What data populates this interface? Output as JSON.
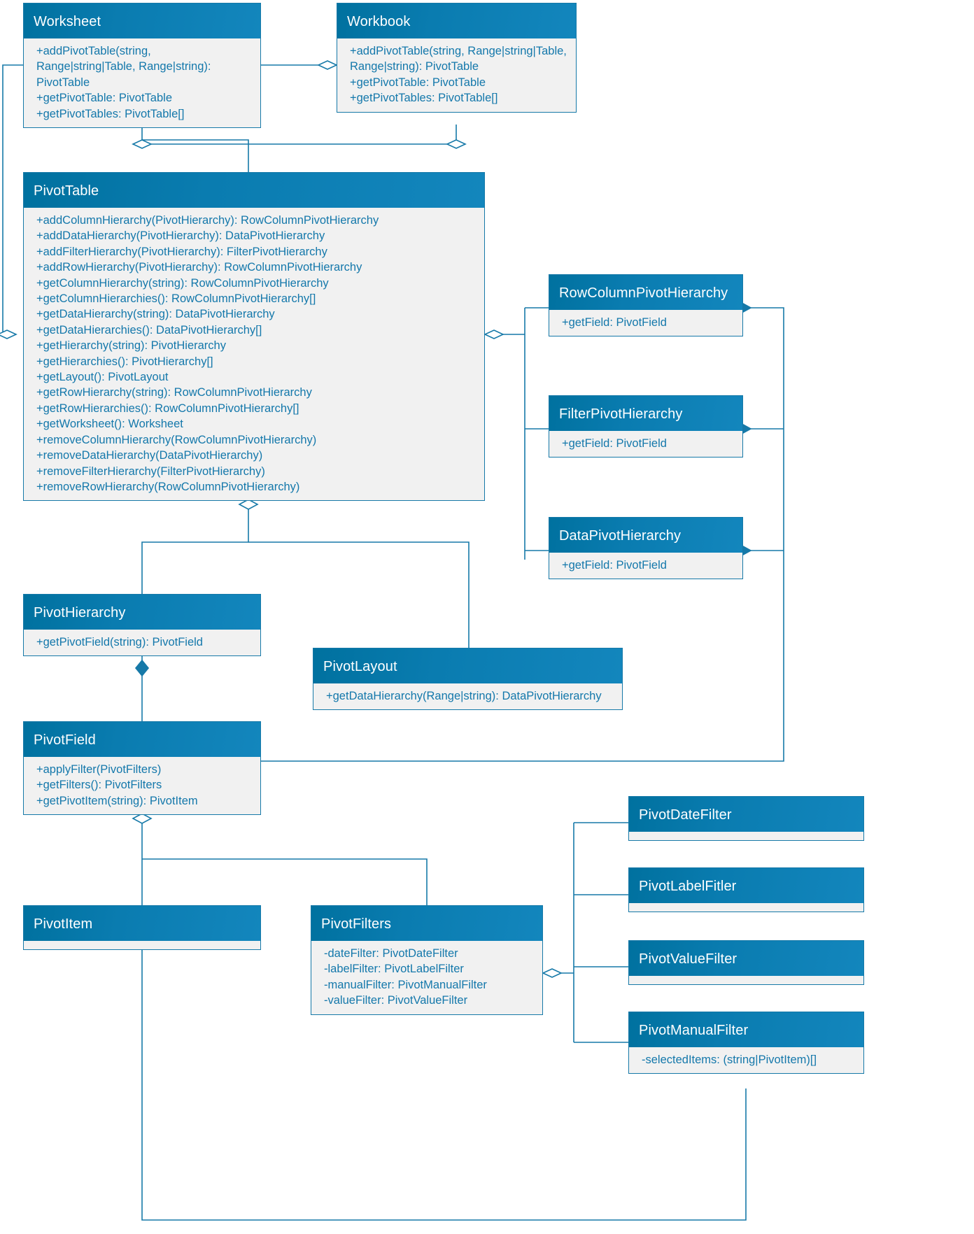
{
  "diagram": {
    "title": "PivotTable UML class diagram",
    "colors": {
      "header_start": "#00719f",
      "header_end": "#1386bd",
      "body_bg": "#f1f1f1",
      "border": "#1679a8",
      "text": "#1478ab",
      "header_text": "#ffffff",
      "edge": "#1679a8"
    }
  },
  "classes": {
    "worksheet": {
      "name": "Worksheet",
      "members": [
        "+addPivotTable(string, Range|string|Table, Range|string): PivotTable",
        "+getPivotTable: PivotTable",
        "+getPivotTables: PivotTable[]"
      ]
    },
    "workbook": {
      "name": "Workbook",
      "members": [
        "+addPivotTable(string, Range|string|Table, Range|string): PivotTable",
        "+getPivotTable: PivotTable",
        "+getPivotTables: PivotTable[]"
      ]
    },
    "pivottable": {
      "name": "PivotTable",
      "members": [
        "+addColumnHierarchy(PivotHierarchy): RowColumnPivotHierarchy",
        "+addDataHierarchy(PivotHierarchy): DataPivotHierarchy",
        "+addFilterHierarchy(PivotHierarchy): FilterPivotHierarchy",
        "+addRowHierarchy(PivotHierarchy): RowColumnPivotHierarchy",
        "+getColumnHierarchy(string): RowColumnPivotHierarchy",
        "+getColumnHierarchies(): RowColumnPivotHierarchy[]",
        "+getDataHierarchy(string): DataPivotHierarchy",
        "+getDataHierarchies(): DataPivotHierarchy[]",
        "+getHierarchy(string): PivotHierarchy",
        "+getHierarchies(): PivotHierarchy[]",
        "+getLayout(): PivotLayout",
        "+getRowHierarchy(string): RowColumnPivotHierarchy",
        "+getRowHierarchies(): RowColumnPivotHierarchy[]",
        "+getWorksheet(): Worksheet",
        "+removeColumnHierarchy(RowColumnPivotHierarchy)",
        "+removeDataHierarchy(DataPivotHierarchy)",
        "+removeFilterHierarchy(FilterPivotHierarchy)",
        "+removeRowHierarchy(RowColumnPivotHierarchy)"
      ]
    },
    "rowcolumnpivothierarchy": {
      "name": "RowColumnPivotHierarchy",
      "members": [
        "+getField: PivotField"
      ]
    },
    "filterpivothierarchy": {
      "name": "FilterPivotHierarchy",
      "members": [
        "+getField: PivotField"
      ]
    },
    "datapivothierarchy": {
      "name": "DataPivotHierarchy",
      "members": [
        "+getField: PivotField"
      ]
    },
    "pivothierarchy": {
      "name": "PivotHierarchy",
      "members": [
        "+getPivotField(string): PivotField"
      ]
    },
    "pivotlayout": {
      "name": "PivotLayout",
      "members": [
        "+getDataHierarchy(Range|string): DataPivotHierarchy"
      ]
    },
    "pivotfield": {
      "name": "PivotField",
      "members": [
        "+applyFilter(PivotFilters)",
        "+getFilters(): PivotFilters",
        "+getPivotItem(string): PivotItem"
      ]
    },
    "pivotitem": {
      "name": "PivotItem",
      "members": []
    },
    "pivotfilters": {
      "name": "PivotFilters",
      "members": [
        "-dateFilter: PivotDateFilter",
        "-labelFilter: PivotLabelFilter",
        "-manualFilter: PivotManualFilter",
        "-valueFilter: PivotValueFilter"
      ]
    },
    "pivotdatefilter": {
      "name": "PivotDateFilter",
      "members": []
    },
    "pivotlabelfilter": {
      "name": "PivotLabelFitler",
      "members": []
    },
    "pivotvaluefilter": {
      "name": "PivotValueFilter",
      "members": []
    },
    "pivotmanualfilter": {
      "name": "PivotManualFilter",
      "members": [
        "-selectedItems: (string|PivotItem)[]"
      ]
    }
  }
}
